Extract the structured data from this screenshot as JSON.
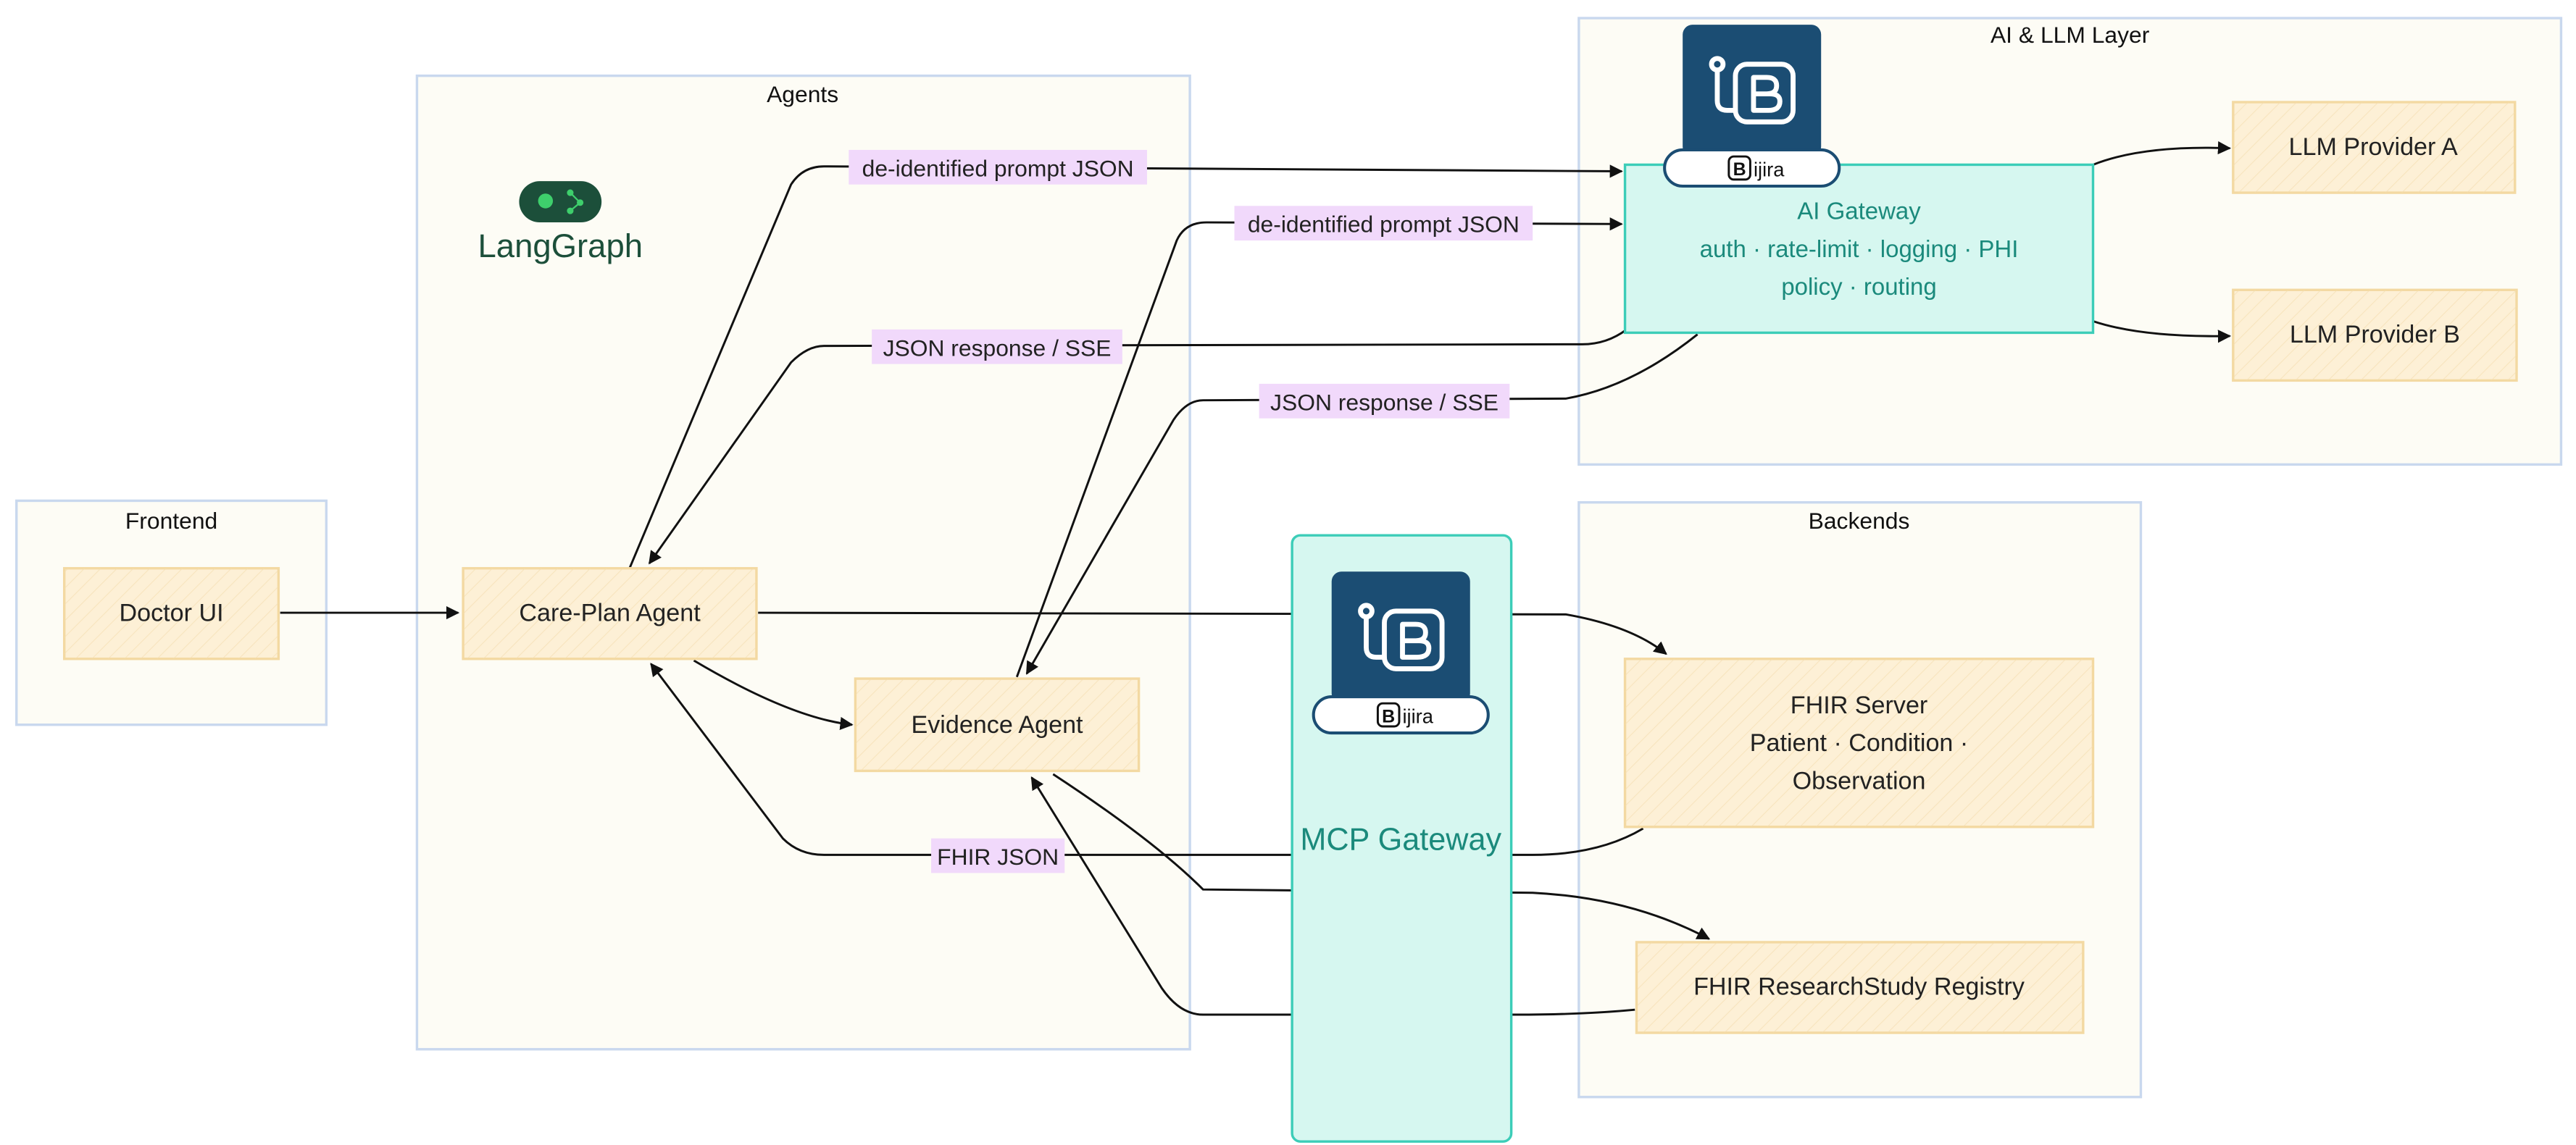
{
  "colors": {
    "group_fill": "#fdfcf5",
    "group_stroke": "#c9d8ee",
    "node_fill": "#fdf0d6",
    "node_stroke": "#f3d9a2",
    "gateway_fill": "#d6f7f0",
    "gateway_stroke": "#3ccdb8",
    "gateway_text": "#1b8a7c",
    "edge_label_fill": "#f1d9fb",
    "edge_stroke": "#111111",
    "badge_dark": "#1b4d73",
    "langgraph_green": "#1c4f3a"
  },
  "icons": {
    "bijira_logo": "bijira-logo-icon",
    "langgraph_logo": "langgraph-logo-icon"
  },
  "groups": {
    "frontend": "Frontend",
    "agents": "Agents",
    "ai_layer": "AI & LLM Layer",
    "backends": "Backends"
  },
  "nodes": {
    "doctor_ui": "Doctor UI",
    "care_plan_agent": "Care-Plan Agent",
    "evidence_agent": "Evidence Agent",
    "ai_gateway": [
      "AI Gateway",
      "auth · rate-limit · logging · PHI",
      "policy · routing"
    ],
    "llm_a": "LLM Provider A",
    "llm_b": "LLM Provider B",
    "mcp_gateway": "MCP Gateway",
    "fhir_server": [
      "FHIR Server",
      "Patient · Condition ·",
      "Observation"
    ],
    "fhir_registry": "FHIR ResearchStudy Registry"
  },
  "edge_labels": {
    "careplan_prompt": "de-identified prompt JSON",
    "evidence_prompt": "de-identified prompt JSON",
    "careplan_response": "JSON response / SSE",
    "evidence_response": "JSON response / SSE",
    "fhir_json": "FHIR JSON"
  },
  "logos": {
    "langgraph": "LangGraph",
    "bijira": "ijira",
    "bijira_letter": "B"
  }
}
